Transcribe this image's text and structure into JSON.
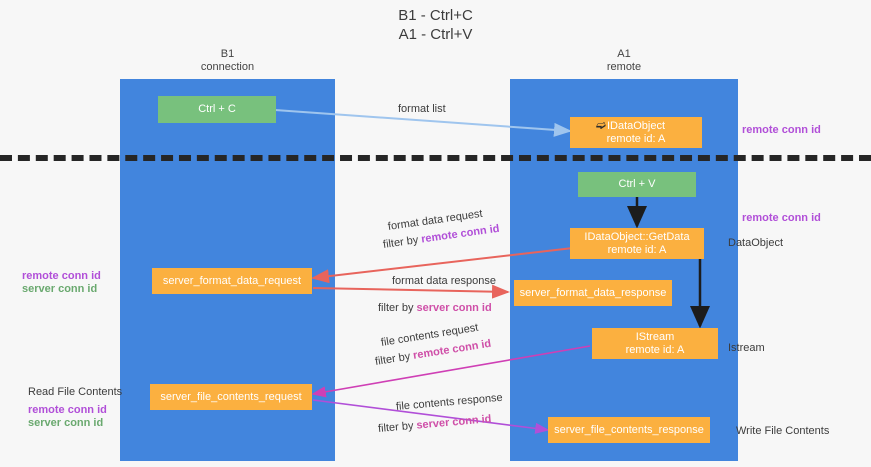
{
  "title": {
    "line1": "B1 - Ctrl+C",
    "line2": "A1 - Ctrl+V"
  },
  "lanes": [
    {
      "id": "b1",
      "name": "B1",
      "role": "connection"
    },
    {
      "id": "a1",
      "name": "A1",
      "role": "remote"
    }
  ],
  "colors": {
    "lane": "#4285dd",
    "green_node": "#78c17d",
    "orange_node": "#fbb040",
    "remote_conn_id": "#b14fd8",
    "server_conn_id_green": "#6aa96f",
    "server_conn_id_pink": "#cf4fa8",
    "arrow_blue": "#9fc5ee",
    "arrow_red": "#e8645c",
    "arrow_black": "#1c1c1c",
    "arrow_magenta": "#cf3fb5",
    "arrow_purple": "#b14fd8",
    "separator": "#262626",
    "page_bg": "#f7f7f7"
  },
  "nodes": {
    "ctrl_c": {
      "label": "Ctrl + C",
      "kind": "green"
    },
    "idataobject": {
      "label": "IDataObject",
      "sub": "remote id: A",
      "kind": "orange",
      "has_cursor_icon": true
    },
    "ctrl_v": {
      "label": "Ctrl + V",
      "kind": "green"
    },
    "idataobject_getdata": {
      "label": "IDataObject::GetData",
      "sub": "remote id: A",
      "kind": "orange"
    },
    "server_format_data_request": {
      "label": "server_format_data_request",
      "kind": "orange"
    },
    "server_format_data_response": {
      "label": "server_format_data_response",
      "kind": "orange"
    },
    "istream": {
      "label": "IStream",
      "sub": "remote id: A",
      "kind": "orange"
    },
    "server_file_contents_request": {
      "label": "server_file_contents_request",
      "kind": "orange"
    },
    "server_file_contents_response": {
      "label": "server_file_contents_response",
      "kind": "orange"
    }
  },
  "edge_labels": {
    "format_list": "format list",
    "format_data_request": "format data request",
    "format_data_request_filter_prefix": "filter by ",
    "format_data_request_filter_key": "remote conn id",
    "format_data_response": "format data response",
    "format_data_response_filter_prefix": "filter by ",
    "format_data_response_filter_key": "server conn id",
    "file_contents_request": "file contents request",
    "file_contents_request_filter_prefix": "filter by ",
    "file_contents_request_filter_key": "remote conn id",
    "file_contents_response": "file contents response",
    "file_contents_response_filter_prefix": "filter by ",
    "file_contents_response_filter_key": "server conn id"
  },
  "annotations": {
    "right_remote_conn_id_top": "remote conn id",
    "right_remote_conn_id_mid": "remote conn id",
    "right_dataobject": "DataObject",
    "right_istream": "Istream",
    "right_write_file_contents": "Write File Contents",
    "left_remote_conn_id_mid": "remote conn id",
    "left_server_conn_id_mid": "server conn id",
    "left_read_file_contents": "Read File Contents",
    "left_remote_conn_id_bottom": "remote conn id",
    "left_server_conn_id_bottom": "server conn id"
  }
}
